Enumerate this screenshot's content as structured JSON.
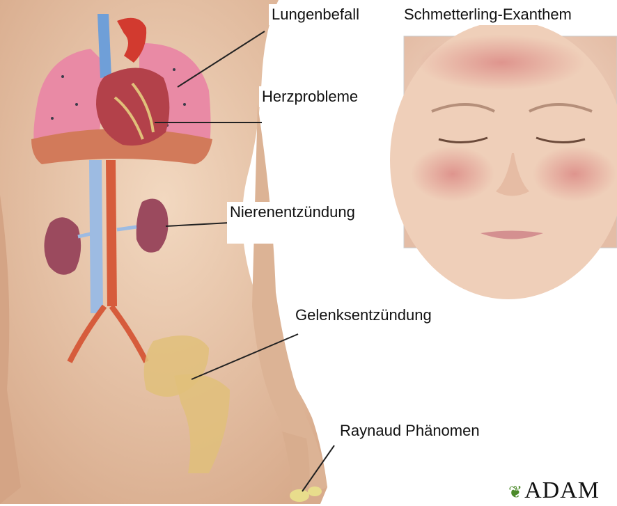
{
  "labels": {
    "lung": "Lungenbefall",
    "rash": "Schmetterling-Exanthem",
    "heart": "Herzprobleme",
    "kidney": "Nierenentzündung",
    "joint": "Gelenksentzündung",
    "raynaud": "Raynaud Phänomen"
  },
  "logo": {
    "text": "ADAM",
    "icon": "leaf-icon"
  },
  "colors": {
    "skin": "#e9c8ab",
    "lung": "#e98aa5",
    "heart": "#b3414a",
    "kidney": "#9b4a5e",
    "vein": "#6f9fd8",
    "artery": "#d65c3c",
    "bone": "#e1c07a",
    "rash": "#d9817f",
    "logo_leaf": "#4c8a2a"
  }
}
